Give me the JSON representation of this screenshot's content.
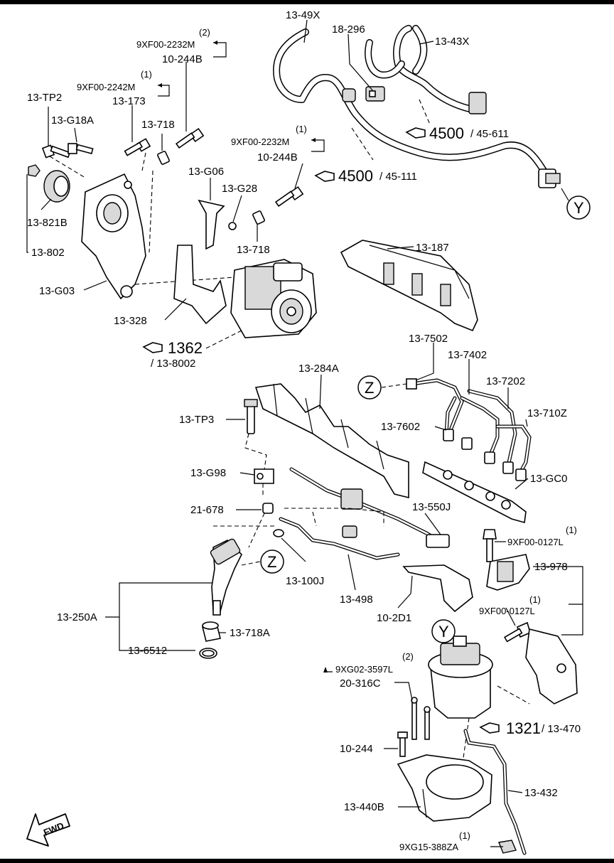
{
  "labels": {
    "l_1349x": "13-49X",
    "l_18296": "18-296",
    "l_1343x": "13-43X",
    "l_q2a": "(2)",
    "l_9xf2232m_a": "9XF00-2232M",
    "l_10244b_a": "10-244B",
    "l_q1a": "(1)",
    "l_9xf2242m": "9XF00-2242M",
    "l_13173": "13-173",
    "l_13tp2": "13-TP2",
    "l_13g18a": "13-G18A",
    "l_13718_a": "13-718",
    "l_q1b": "(1)",
    "l_9xf2232m_b": "9XF00-2232M",
    "l_10244b_b": "10-244B",
    "l_13g06": "13-G06",
    "l_13g28": "13-G28",
    "l_13821b": "13-821B",
    "l_13802": "13-802",
    "l_13718_b": "13-718",
    "l_13g03": "13-G03",
    "l_13187": "13-187",
    "l_13328": "13-328",
    "l_1362": "1362",
    "l_138002": "/ 13-8002",
    "l_137502": "13-7502",
    "l_137402": "13-7402",
    "l_13284a": "13-284A",
    "l_137202": "13-7202",
    "l_13tp3": "13-TP3",
    "l_137602": "13-7602",
    "l_13710z": "13-710Z",
    "l_13g98": "13-G98",
    "l_13gc0": "13-GC0",
    "l_21678": "21-678",
    "l_13550j": "13-550J",
    "l_q1c": "(1)",
    "l_9xf0127l_a": "9XF00-0127L",
    "l_13978": "13-978",
    "l_13100j": "13-100J",
    "l_13498": "13-498",
    "l_q1d": "(1)",
    "l_9xf0127l_b": "9XF00-0127L",
    "l_13250a": "13-250A",
    "l_102d1": "10-2D1",
    "l_13718a": "13-718A",
    "l_136512": "13-6512",
    "l_q2b": "(2)",
    "l_9xg3597l": "9XG02-3597L",
    "l_20316c": "20-316C",
    "l_1321": "1321",
    "l_13470": "/ 13-470",
    "l_10244": "10-244",
    "l_13432": "13-432",
    "l_13440b": "13-440B",
    "l_q1e": "(1)",
    "l_9xg388za": "9XG15-388ZA",
    "ref_4500_a": "4500",
    "ref_45611": "/ 45-611",
    "ref_4500_b": "4500",
    "ref_45111": "/ 45-111"
  },
  "markers": {
    "y1": "Y",
    "y2": "Y",
    "z1": "Z",
    "z2": "Z"
  },
  "fwd": "FWD"
}
